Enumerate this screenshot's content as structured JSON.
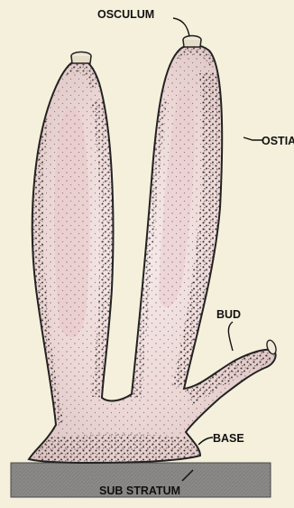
{
  "labels": {
    "osculum": "OSCULUM",
    "ostia": "OSTIA",
    "bud": "BUD",
    "base": "BASE",
    "substratum": "SUB STRATUM"
  },
  "colors": {
    "background": "#f5f0dc",
    "body_fill": "#eadcd8",
    "body_inner": "#f4e6e6",
    "body_pink": "#e7c4c8",
    "stipple": "#2a2320",
    "substratum": "#8b8a88",
    "outline": "#222222"
  }
}
